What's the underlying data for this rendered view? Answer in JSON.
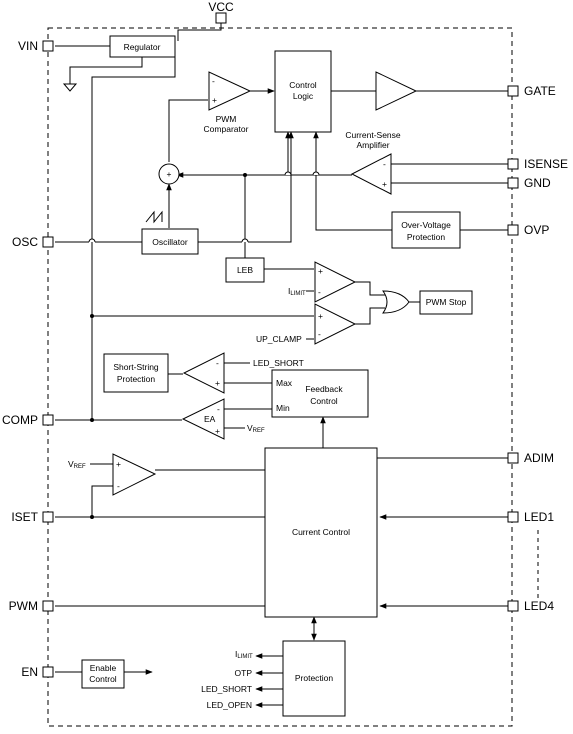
{
  "pins": {
    "vcc": "VCC",
    "vin": "VIN",
    "osc": "OSC",
    "comp": "COMP",
    "iset": "ISET",
    "pwm": "PWM",
    "en": "EN",
    "gate": "GATE",
    "isense": "ISENSE",
    "gnd": "GND",
    "ovp": "OVP",
    "adim": "ADIM",
    "led1": "LED1",
    "led4": "LED4"
  },
  "blocks": {
    "regulator": "Regulator",
    "control_logic": [
      "Control",
      "Logic"
    ],
    "oscillator": "Oscillator",
    "leb": "LEB",
    "ovp_protection": [
      "Over-Voltage",
      "Protection"
    ],
    "pwm_stop": "PWM Stop",
    "short_string": [
      "Short-String",
      "Protection"
    ],
    "feedback_control": [
      "Feedback",
      "Control"
    ],
    "current_control": "Current Control",
    "protection": "Protection",
    "enable_control": [
      "Enable",
      "Control"
    ]
  },
  "labels": {
    "pwm_comparator": [
      "PWM",
      "Comparator"
    ],
    "current_sense_amp": [
      "Current-Sense",
      "Amplifier"
    ],
    "ilimit_main": "I",
    "ilimit_sub": "LIMIT",
    "up_clamp": "UP_CLAMP",
    "led_short": "LED_SHORT",
    "max": "Max",
    "min": "Min",
    "ea": "EA",
    "vref_main": "V",
    "vref_sub": "REF",
    "otp": "OTP",
    "led_open": "LED_OPEN",
    "plus": "+",
    "minus": "-"
  },
  "colors": {
    "line": "#000000",
    "background": "#ffffff"
  }
}
